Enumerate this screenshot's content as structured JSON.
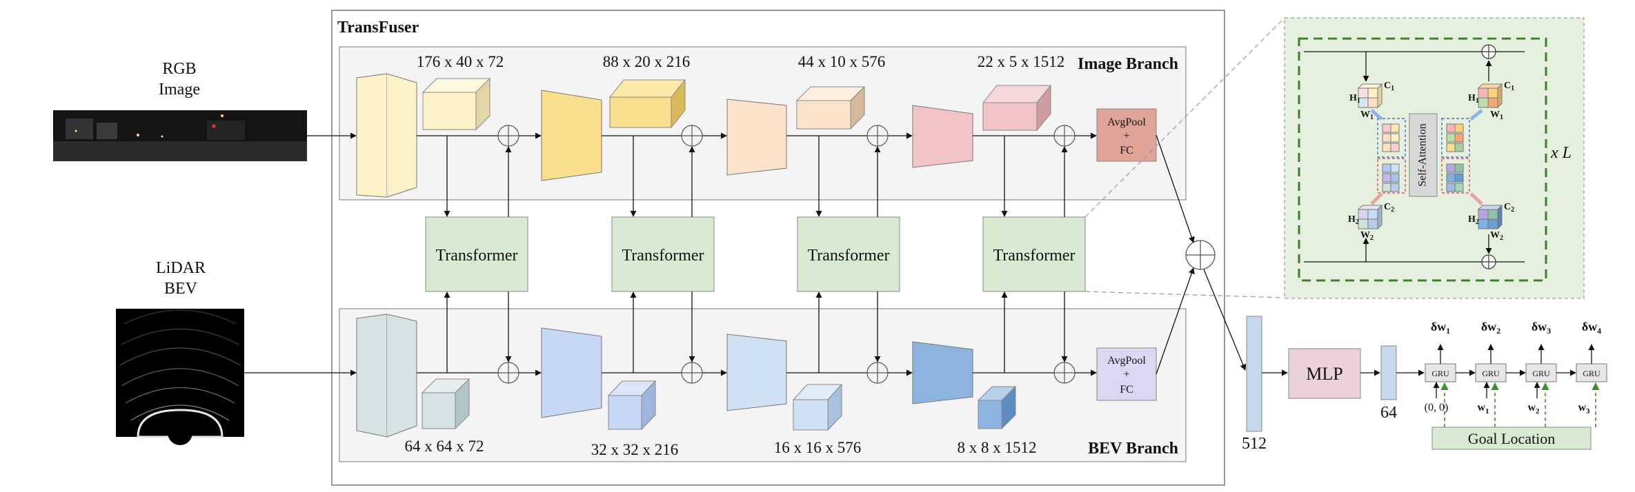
{
  "inputs": {
    "rgb": {
      "line1": "RGB",
      "line2": "Image"
    },
    "lidar": {
      "line1": "LiDAR",
      "line2": "BEV"
    }
  },
  "transfuser": {
    "title": "TransFuser",
    "image_branch_label": "Image Branch",
    "bev_branch_label": "BEV Branch",
    "image_dims": [
      "176 x 40 x 72",
      "88 x 20 x 216",
      "44 x 10 x 576",
      "22 x 5 x 1512"
    ],
    "bev_dims": [
      "64 x 64 x 72",
      "32 x 32 x 216",
      "16 x 16 x 576",
      "8 x 8 x 1512"
    ],
    "transformer_label": "Transformer",
    "avgpool": {
      "line1": "AvgPool",
      "line2": "+",
      "line3": "FC"
    }
  },
  "attention_detail": {
    "self_attention_label": "Self-Attention",
    "repeat_label": "x L",
    "h1": "H",
    "h1_sub": "1",
    "w1": "W",
    "w1_sub": "1",
    "c1": "C",
    "c1_sub": "1",
    "h2": "H",
    "h2_sub": "2",
    "w2": "W",
    "w2_sub": "2",
    "c2": "C",
    "c2_sub": "2"
  },
  "head": {
    "feat512": "512",
    "mlp": "MLP",
    "feat64": "64",
    "gru_label": "GRU",
    "deltas": [
      "δw1",
      "δw2",
      "δw3",
      "δw4"
    ],
    "gru_inputs": [
      "(0, 0)",
      "w1",
      "w2",
      "w3"
    ],
    "goal_location": "Goal Location"
  },
  "colors": {
    "stage1": "#fcf2c8",
    "stage2": "#fae08e",
    "stage3": "#fbe3cb",
    "stage4": "#f2c4c8",
    "bev1": "#d5e3e3",
    "bev2": "#c6d8f4",
    "bev3": "#cfe1f3",
    "bev4": "#8db3df",
    "transformer": "#d9ead3",
    "img_avgpool": "#dfa397",
    "bev_avgpool": "#dcd6f0",
    "mlp": "#ead1dc",
    "feature_bar": "#c6d9ec",
    "goal": "#d9ead3",
    "branch_bg": "#f4f4f4"
  }
}
